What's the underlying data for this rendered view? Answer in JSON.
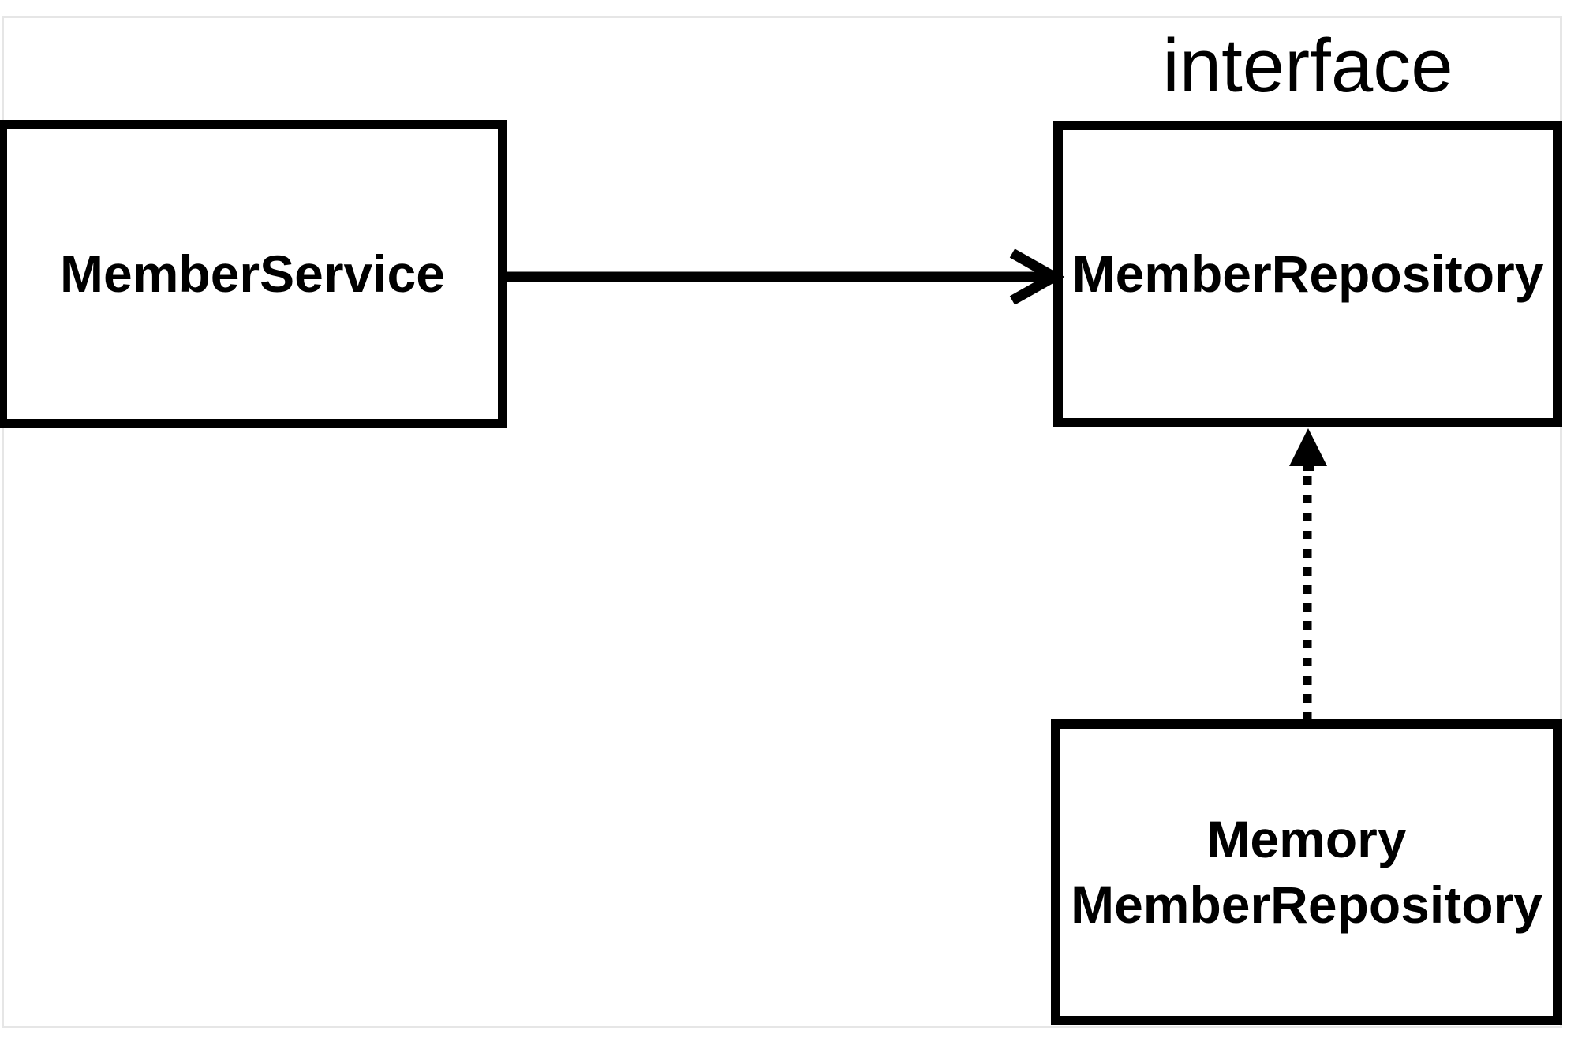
{
  "diagram": {
    "nodes": [
      {
        "id": "member-service",
        "label": "MemberService"
      },
      {
        "id": "member-repository",
        "label": "MemberRepository",
        "stereotype": "interface"
      },
      {
        "id": "memory-member-repository",
        "label_line1": "Memory",
        "label_line2": "MemberRepository"
      }
    ],
    "edges": [
      {
        "from": "member-service",
        "to": "member-repository",
        "style": "solid",
        "head": "open-chevron"
      },
      {
        "from": "memory-member-repository",
        "to": "member-repository",
        "style": "dotted",
        "head": "filled-triangle"
      }
    ],
    "colors": {
      "stroke": "#000000",
      "background": "#ffffff",
      "frame_border": "#e6e6e6"
    }
  }
}
